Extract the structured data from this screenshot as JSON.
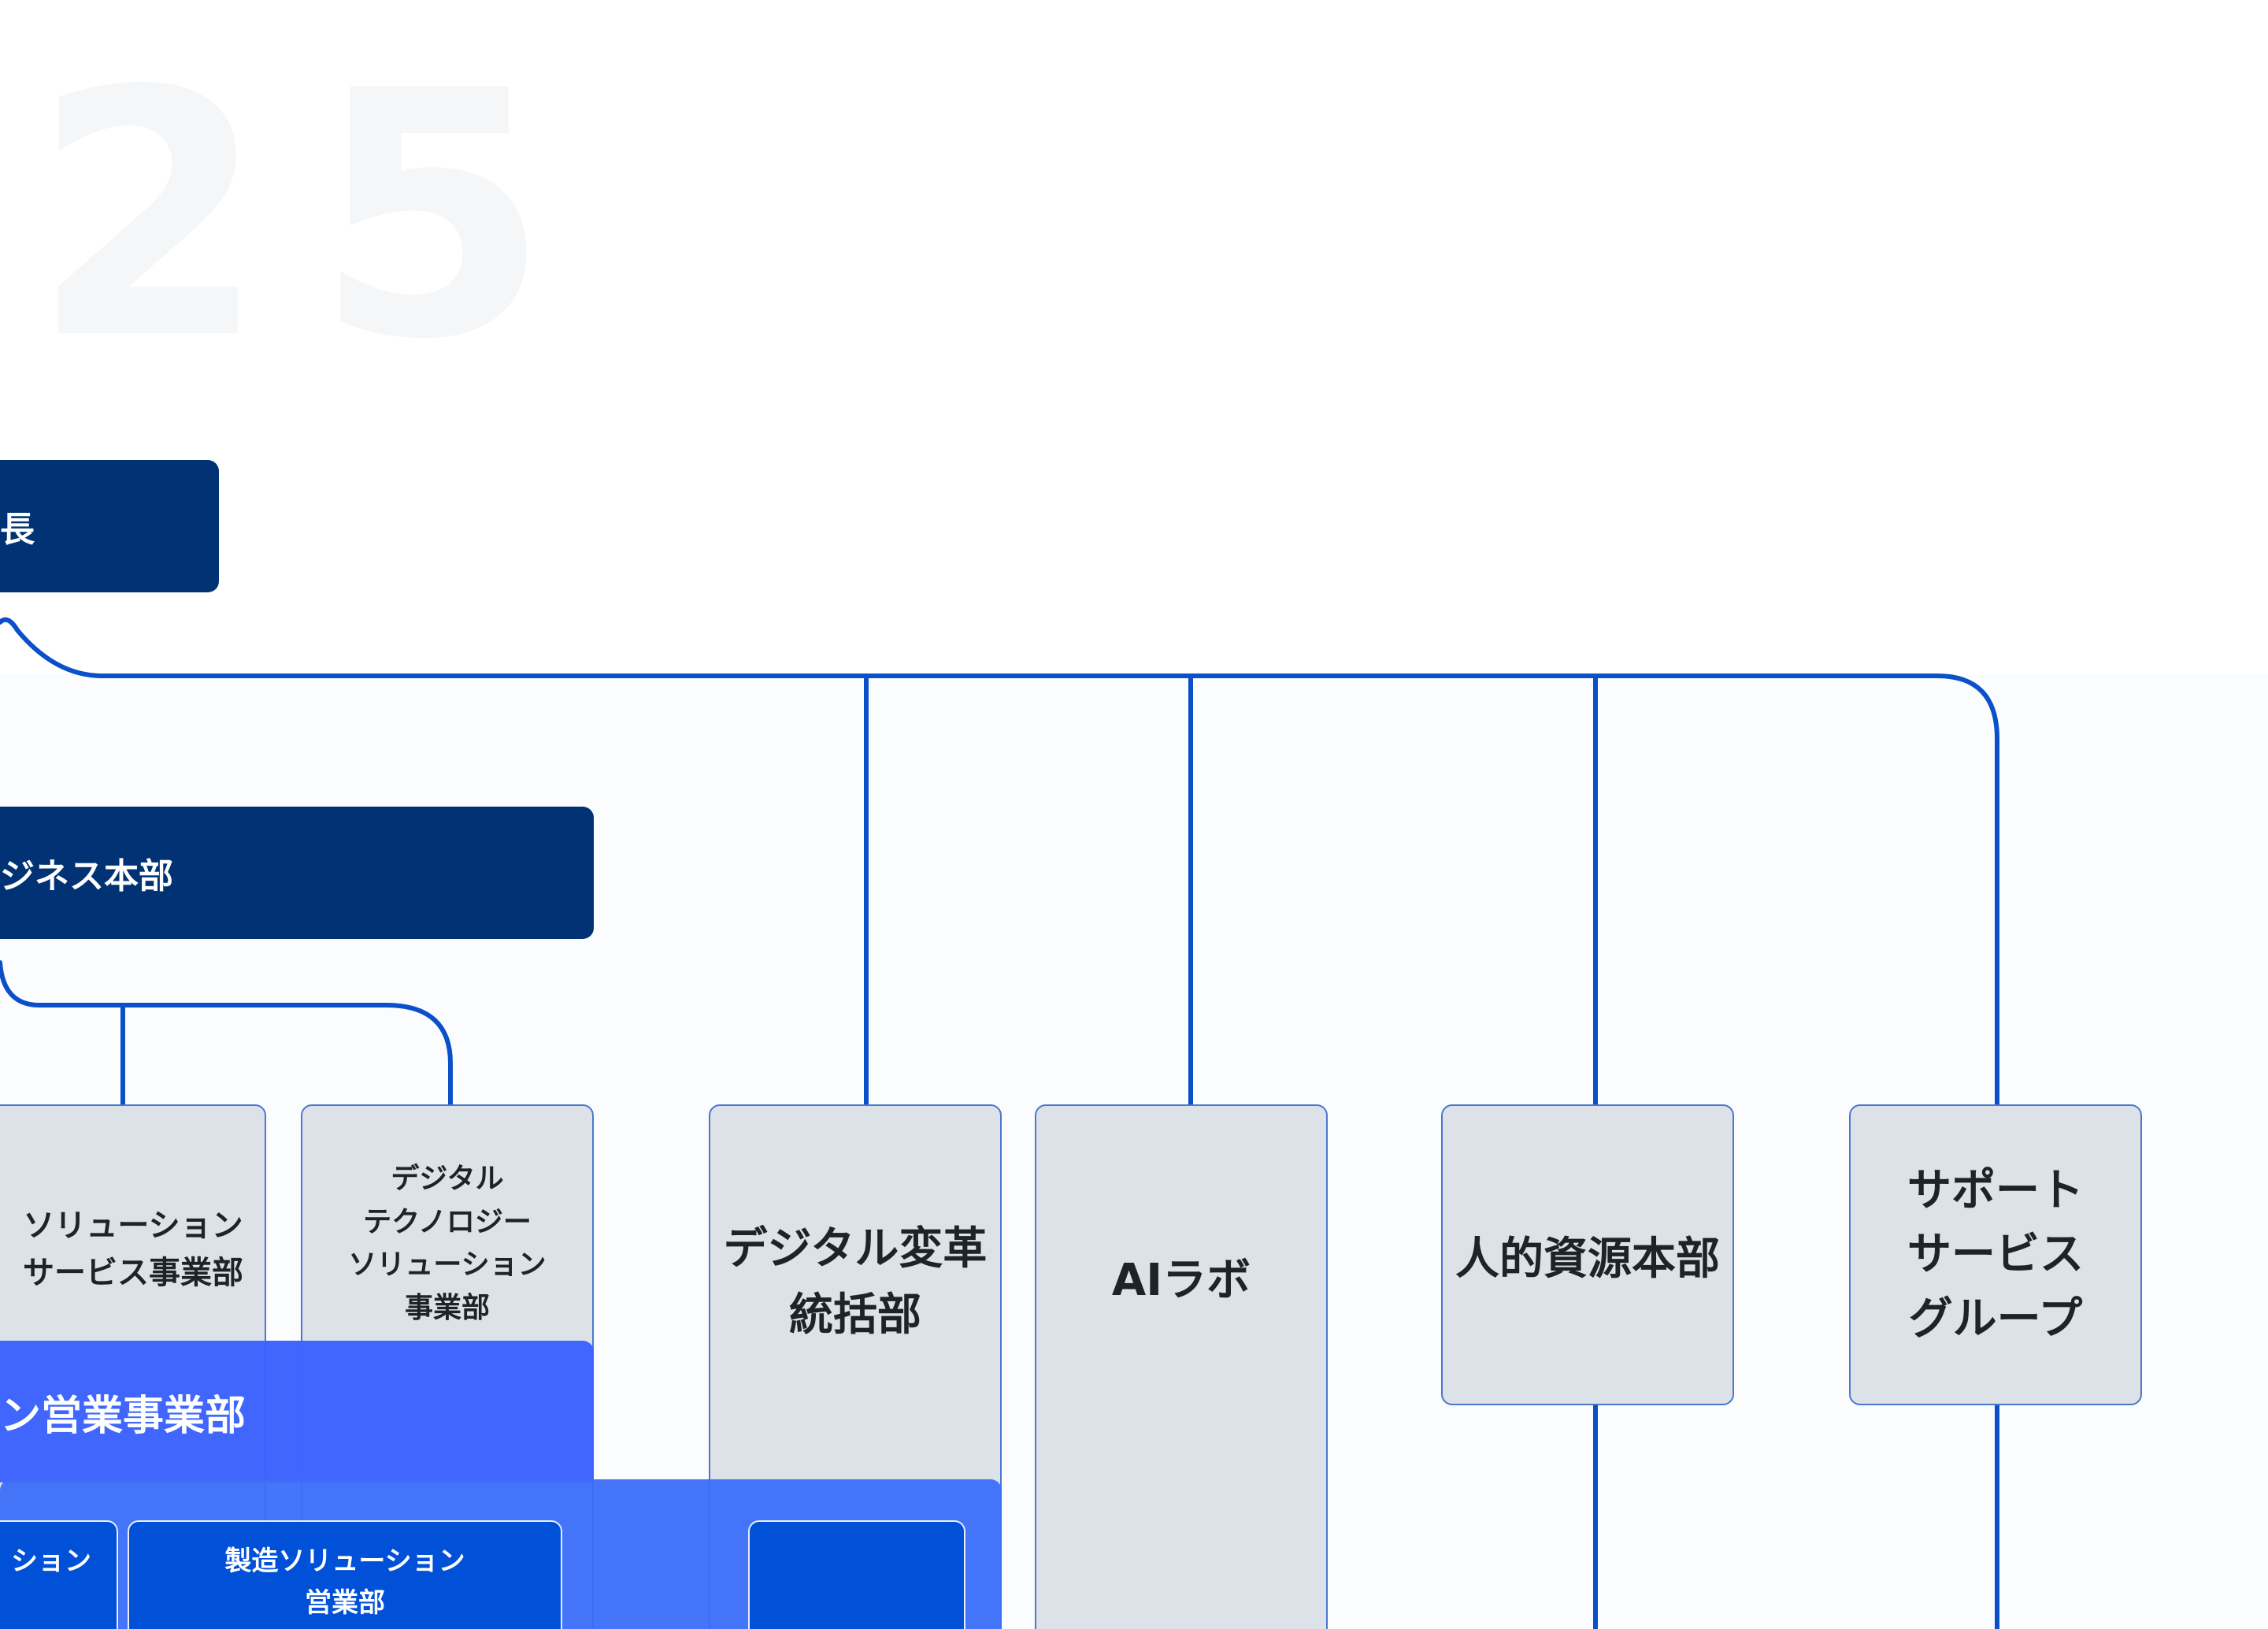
{
  "background_number": "25",
  "top_box": {
    "label": "長"
  },
  "division_box": {
    "label": "ジネス本部"
  },
  "cards": {
    "solution_service": "ソリューション\nサービス事業部",
    "digital_technology": "デジタル\nテクノロジー\nソリューション\n事業部",
    "digital_transformation": "デジタル変革\n統括部",
    "ai_lab": "AIラボ",
    "human_resources": "人的資源本部",
    "support_group": "サポート\nサービス\nグループ"
  },
  "sales_division": {
    "label": "ン営業事業部"
  },
  "sub_units": {
    "left_partial": "ション",
    "manufacturing": "製造ソリューション\n営業部",
    "right_blank": ""
  },
  "colors": {
    "navy": "#003274",
    "line": "#0a50c8",
    "card_fill": "#dde2e9",
    "sales_blue": "#3b62ff",
    "sub_blue": "#0050d8"
  }
}
